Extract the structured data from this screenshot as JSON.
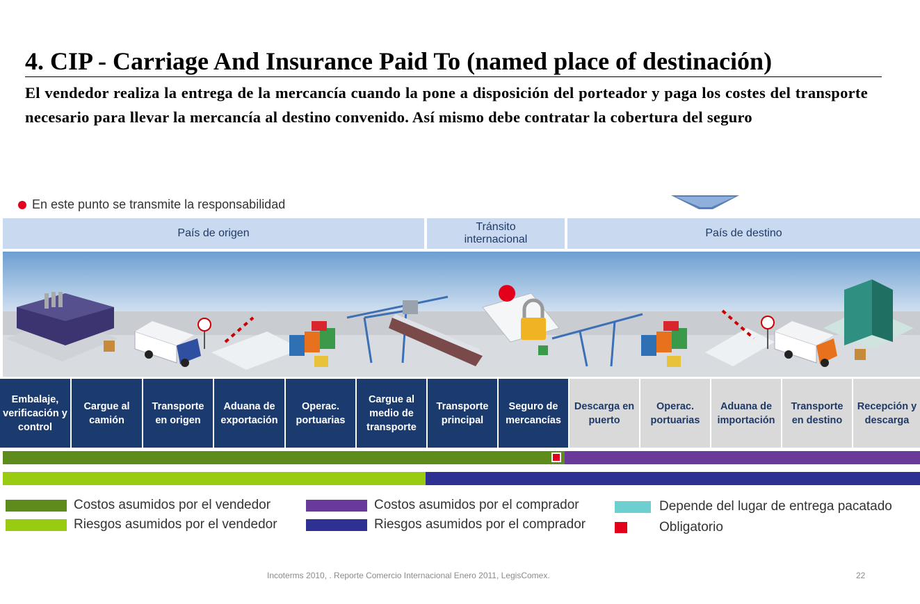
{
  "title": "4. CIP - Carriage And Insurance Paid To (named place of destinación)",
  "description": "El vendedor realiza la entrega de la mercancía cuando la pone a disposición del porteador y paga los costes del transporte necesario para llevar la mercancía al destino convenido. Así mismo debe contratar la cobertura del seguro",
  "diagram": {
    "responsibility_note": "En este punto se transmite la responsabilidad",
    "regions": {
      "origin": "País de origen",
      "transit": "Tránsito internacional",
      "destination": "País de destino"
    },
    "stages": [
      {
        "label": "Embalaje, verificación y control",
        "seller": true
      },
      {
        "label": "Cargue al camión",
        "seller": true
      },
      {
        "label": "Transporte en origen",
        "seller": true
      },
      {
        "label": "Aduana de exportación",
        "seller": true
      },
      {
        "label": "Operac. portuarias",
        "seller": true
      },
      {
        "label": "Cargue al medio de transporte",
        "seller": true
      },
      {
        "label": "Transporte principal",
        "seller": true
      },
      {
        "label": "Seguro de mercancías",
        "seller": true
      },
      {
        "label": "Descarga en puerto",
        "seller": false
      },
      {
        "label": "Operac. portuarias",
        "seller": false
      },
      {
        "label": "Aduana de importación",
        "seller": false
      },
      {
        "label": "Transporte en destino",
        "seller": false
      },
      {
        "label": "Recepción y descarga",
        "seller": false
      }
    ],
    "legend": {
      "seller_costs": "Costos asumidos por el vendedor",
      "seller_risks": "Riesgos asumidos por el vendedor",
      "buyer_costs": "Costos asumidos por el comprador",
      "buyer_risks": "Riesgos asumidos por el comprador",
      "depends": "Depende del lugar de entrega pacatado",
      "mandatory": "Obligatorio"
    },
    "colors": {
      "seller_costs": "#5e8c1c",
      "seller_risks": "#99cc11",
      "buyer_costs": "#6a3a9a",
      "buyer_risks": "#2e3192",
      "depends": "#6dcfd0",
      "mandatory": "#e3001b",
      "stage_dark": "#1b3b6f",
      "stage_light": "#d9d9d9"
    }
  },
  "footer": {
    "source": "Incoterms 2010, . Reporte Comercio Internacional Enero 2011, LegisComex.",
    "page_number": "22"
  }
}
